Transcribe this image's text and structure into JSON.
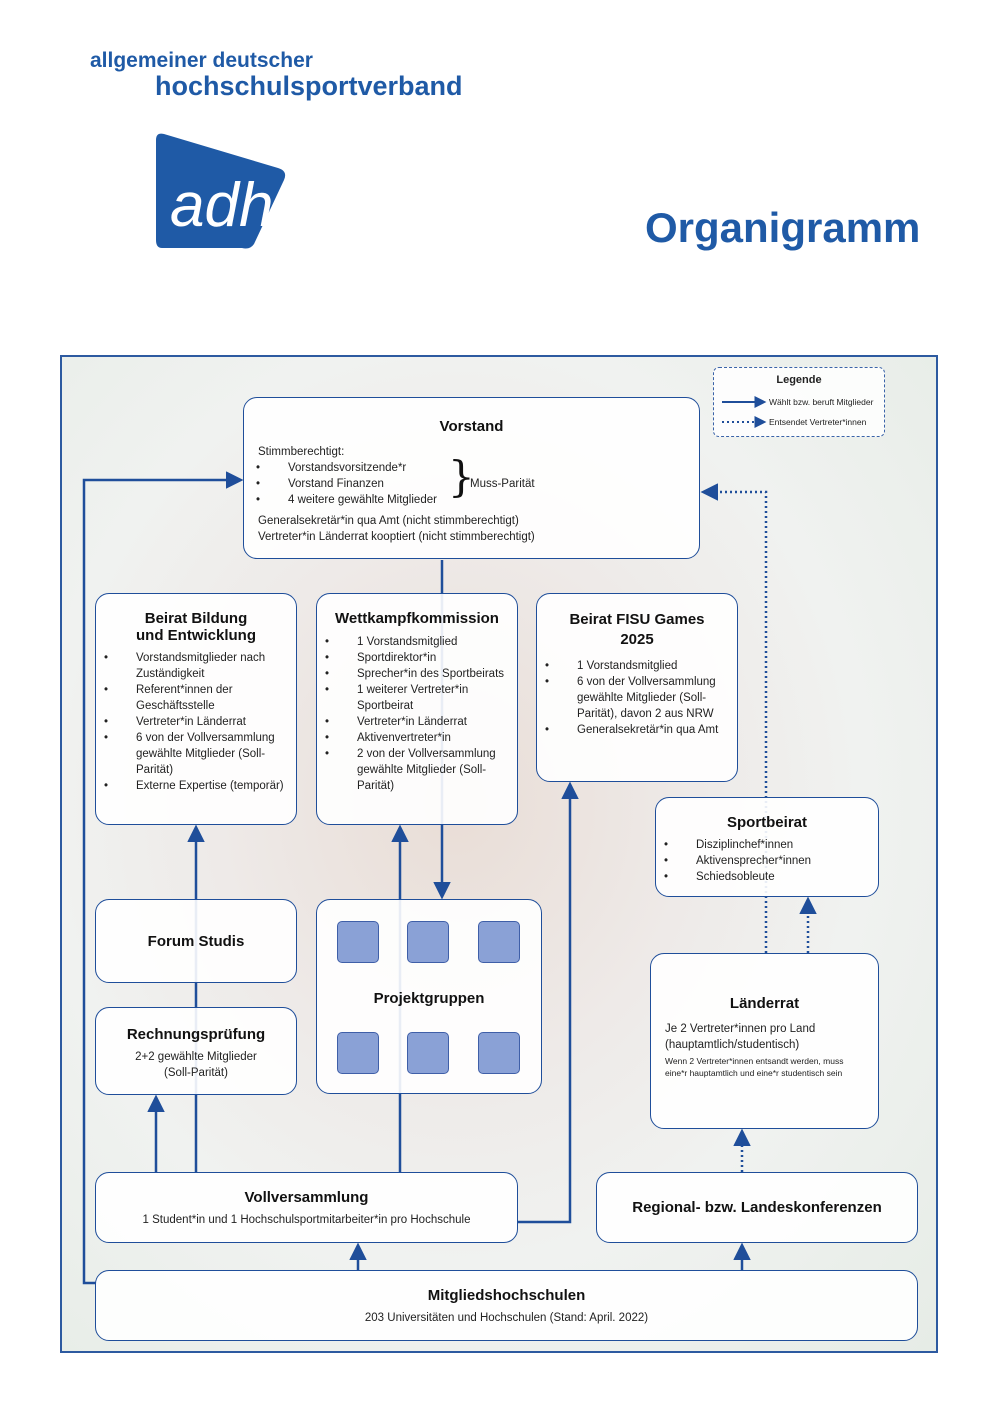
{
  "header": {
    "org_line1": "allgemeiner deutscher",
    "org_line2": "hochschulsportverband",
    "logo_text": "adh",
    "title": "Organigramm"
  },
  "legend": {
    "title": "Legende",
    "solid": "Wählt bzw. beruft Mitglieder",
    "dotted": "Entsendet Vertreter*innen"
  },
  "vorstand": {
    "title": "Vorstand",
    "intro": "Stimmberechtigt:",
    "members": [
      "Vorstandsvorsitzende*r",
      "Vorstand Finanzen",
      "4 weitere gewählte Mitglieder"
    ],
    "brace_label": "Muss-Parität",
    "line1": "Generalsekretär*in qua Amt (nicht stimmberechtigt)",
    "line2": "Vertreter*in Länderrat kooptiert (nicht stimmberechtigt)"
  },
  "beirat_bildung": {
    "title_line1": "Beirat Bildung",
    "title_line2": "und Entwicklung",
    "items": [
      "Vorstandsmitglieder nach Zuständigkeit",
      "Referent*innen der Geschäftsstelle",
      "Vertreter*in Länderrat",
      "6 von der Vollversammlung gewählte Mitglieder (Soll-Parität)",
      "Externe Expertise (temporär)"
    ]
  },
  "wettkampf": {
    "title": "Wettkampfkommission",
    "items": [
      "1 Vorstandsmitglied",
      "Sportdirektor*in",
      "Sprecher*in des Sportbeirats",
      "1 weiterer Vertreter*in Sportbeirat",
      "Vertreter*in Länderrat",
      "Aktivenvertreter*in",
      "2 von der Vollversammlung gewählte Mitglieder (Soll-Parität)"
    ]
  },
  "fisu": {
    "title_line1": "Beirat FISU Games",
    "title_line2": "2025",
    "items": [
      "1 Vorstandsmitglied",
      "6 von der Vollversammlung gewählte Mitglieder (Soll-Parität), davon 2 aus NRW",
      "Generalsekretär*in qua Amt"
    ]
  },
  "sportbeirat": {
    "title": "Sportbeirat",
    "items": [
      "Disziplinchef*innen",
      "Aktivensprecher*innen",
      "Schiedsobleute"
    ]
  },
  "forum": {
    "title": "Forum Studis"
  },
  "projektgruppen": {
    "title": "Projektgruppen"
  },
  "rechnungspruefung": {
    "title": "Rechnungsprüfung",
    "line1": "2+2 gewählte Mitglieder",
    "line2": "(Soll-Parität)"
  },
  "laenderrat": {
    "title": "Länderrat",
    "line1": "Je 2 Vertreter*innen pro Land",
    "line2": "(hauptamtlich/studentisch)",
    "note1": "Wenn 2 Vertreter*innen entsandt werden, muss",
    "note2": "eine*r hauptamtlich und eine*r studentisch sein"
  },
  "vollversammlung": {
    "title": "Vollversammlung",
    "line": "1 Student*in und 1 Hochschulsportmitarbeiter*in pro Hochschule"
  },
  "regional": {
    "title": "Regional- bzw. Landeskonferenzen"
  },
  "mitglieds": {
    "title": "Mitgliedshochschulen",
    "line": "203 Universitäten und Hochschulen (Stand: April. 2022)"
  },
  "colors": {
    "primary": "#1f5aa6",
    "line": "#1f4e9a",
    "group_square": "#8aa1d6"
  }
}
